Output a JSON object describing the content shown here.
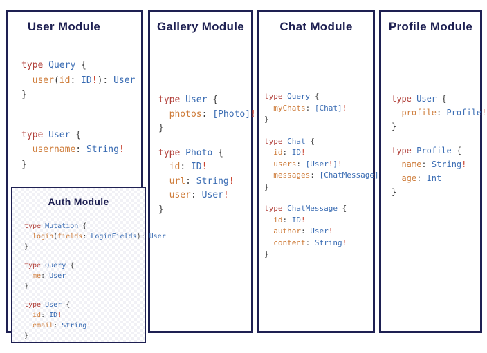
{
  "colors": {
    "navy": "#1e2052",
    "keyword_red": "#b2423c",
    "type_blue": "#3a6cb3",
    "field_orange": "#ce7c3a",
    "punctuation_gray": "#3f3f3f",
    "bang_red": "#c94431"
  },
  "panels": [
    {
      "title": "User Module",
      "code": [
        [
          [
            {
              "t": "type ",
              "c": "k"
            },
            {
              "t": "Query ",
              "c": "t"
            },
            {
              "t": "{",
              "c": "p"
            }
          ],
          [
            {
              "t": "  user",
              "c": "f"
            },
            {
              "t": "(",
              "c": "p"
            },
            {
              "t": "id",
              "c": "f"
            },
            {
              "t": ": ",
              "c": "p"
            },
            {
              "t": "ID",
              "c": "t"
            },
            {
              "t": "!",
              "c": "b"
            },
            {
              "t": "): ",
              "c": "p"
            },
            {
              "t": "User",
              "c": "t"
            }
          ],
          [
            {
              "t": "}",
              "c": "p"
            }
          ]
        ],
        [
          [
            {
              "t": "type ",
              "c": "k"
            },
            {
              "t": "User ",
              "c": "t"
            },
            {
              "t": "{",
              "c": "p"
            }
          ],
          [
            {
              "t": "  username",
              "c": "f"
            },
            {
              "t": ": ",
              "c": "p"
            },
            {
              "t": "String",
              "c": "t"
            },
            {
              "t": "!",
              "c": "b"
            }
          ],
          [
            {
              "t": "}",
              "c": "p"
            }
          ]
        ]
      ],
      "sub": {
        "title": "Auth Module",
        "code": [
          [
            [
              {
                "t": "type ",
                "c": "k"
              },
              {
                "t": "Mutation ",
                "c": "t"
              },
              {
                "t": "{",
                "c": "p"
              }
            ],
            [
              {
                "t": "  login",
                "c": "f"
              },
              {
                "t": "(",
                "c": "p"
              },
              {
                "t": "fields",
                "c": "f"
              },
              {
                "t": ": ",
                "c": "p"
              },
              {
                "t": "LoginFields",
                "c": "t"
              },
              {
                "t": "): ",
                "c": "p"
              },
              {
                "t": "User",
                "c": "t"
              }
            ],
            [
              {
                "t": "}",
                "c": "p"
              }
            ]
          ],
          [
            [
              {
                "t": "type ",
                "c": "k"
              },
              {
                "t": "Query ",
                "c": "t"
              },
              {
                "t": "{",
                "c": "p"
              }
            ],
            [
              {
                "t": "  me",
                "c": "f"
              },
              {
                "t": ": ",
                "c": "p"
              },
              {
                "t": "User",
                "c": "t"
              }
            ],
            [
              {
                "t": "}",
                "c": "p"
              }
            ]
          ],
          [
            [
              {
                "t": "type ",
                "c": "k"
              },
              {
                "t": "User ",
                "c": "t"
              },
              {
                "t": "{",
                "c": "p"
              }
            ],
            [
              {
                "t": "  id",
                "c": "f"
              },
              {
                "t": ": ",
                "c": "p"
              },
              {
                "t": "ID",
                "c": "t"
              },
              {
                "t": "!",
                "c": "b"
              }
            ],
            [
              {
                "t": "  email",
                "c": "f"
              },
              {
                "t": ": ",
                "c": "p"
              },
              {
                "t": "String",
                "c": "t"
              },
              {
                "t": "!",
                "c": "b"
              }
            ],
            [
              {
                "t": "}",
                "c": "p"
              }
            ]
          ]
        ]
      }
    },
    {
      "title": "Gallery Module",
      "code": [
        [
          [
            {
              "t": "type ",
              "c": "k"
            },
            {
              "t": "User ",
              "c": "t"
            },
            {
              "t": "{",
              "c": "p"
            }
          ],
          [
            {
              "t": "  photos",
              "c": "f"
            },
            {
              "t": ": ",
              "c": "p"
            },
            {
              "t": "[Photo]",
              "c": "t"
            },
            {
              "t": "!",
              "c": "b"
            }
          ],
          [
            {
              "t": "}",
              "c": "p"
            }
          ]
        ],
        [
          [
            {
              "t": "type ",
              "c": "k"
            },
            {
              "t": "Photo ",
              "c": "t"
            },
            {
              "t": "{",
              "c": "p"
            }
          ],
          [
            {
              "t": "  id",
              "c": "f"
            },
            {
              "t": ": ",
              "c": "p"
            },
            {
              "t": "ID",
              "c": "t"
            },
            {
              "t": "!",
              "c": "b"
            }
          ],
          [
            {
              "t": "  url",
              "c": "f"
            },
            {
              "t": ": ",
              "c": "p"
            },
            {
              "t": "String",
              "c": "t"
            },
            {
              "t": "!",
              "c": "b"
            }
          ],
          [
            {
              "t": "  user",
              "c": "f"
            },
            {
              "t": ": ",
              "c": "p"
            },
            {
              "t": "User",
              "c": "t"
            },
            {
              "t": "!",
              "c": "b"
            }
          ],
          [
            {
              "t": "}",
              "c": "p"
            }
          ]
        ]
      ]
    },
    {
      "title": "Chat Module",
      "code": [
        [
          [
            {
              "t": "type ",
              "c": "k"
            },
            {
              "t": "Query ",
              "c": "t"
            },
            {
              "t": "{",
              "c": "p"
            }
          ],
          [
            {
              "t": "  myChats",
              "c": "f"
            },
            {
              "t": ": ",
              "c": "p"
            },
            {
              "t": "[Chat]",
              "c": "t"
            },
            {
              "t": "!",
              "c": "b"
            }
          ],
          [
            {
              "t": "}",
              "c": "p"
            }
          ]
        ],
        [
          [
            {
              "t": "type ",
              "c": "k"
            },
            {
              "t": "Chat ",
              "c": "t"
            },
            {
              "t": "{",
              "c": "p"
            }
          ],
          [
            {
              "t": "  id",
              "c": "f"
            },
            {
              "t": ": ",
              "c": "p"
            },
            {
              "t": "ID",
              "c": "t"
            },
            {
              "t": "!",
              "c": "b"
            }
          ],
          [
            {
              "t": "  users",
              "c": "f"
            },
            {
              "t": ": ",
              "c": "p"
            },
            {
              "t": "[User",
              "c": "t"
            },
            {
              "t": "!",
              "c": "b"
            },
            {
              "t": "]",
              "c": "t"
            },
            {
              "t": "!",
              "c": "b"
            }
          ],
          [
            {
              "t": "  messages",
              "c": "f"
            },
            {
              "t": ": ",
              "c": "p"
            },
            {
              "t": "[ChatMessage]",
              "c": "t"
            },
            {
              "t": "!",
              "c": "b"
            }
          ],
          [
            {
              "t": "}",
              "c": "p"
            }
          ]
        ],
        [
          [
            {
              "t": "type ",
              "c": "k"
            },
            {
              "t": "ChatMessage ",
              "c": "t"
            },
            {
              "t": "{",
              "c": "p"
            }
          ],
          [
            {
              "t": "  id",
              "c": "f"
            },
            {
              "t": ": ",
              "c": "p"
            },
            {
              "t": "ID",
              "c": "t"
            },
            {
              "t": "!",
              "c": "b"
            }
          ],
          [
            {
              "t": "  author",
              "c": "f"
            },
            {
              "t": ": ",
              "c": "p"
            },
            {
              "t": "User",
              "c": "t"
            },
            {
              "t": "!",
              "c": "b"
            }
          ],
          [
            {
              "t": "  content",
              "c": "f"
            },
            {
              "t": ": ",
              "c": "p"
            },
            {
              "t": "String",
              "c": "t"
            },
            {
              "t": "!",
              "c": "b"
            }
          ],
          [
            {
              "t": "}",
              "c": "p"
            }
          ]
        ]
      ]
    },
    {
      "title": "Profile Module",
      "code": [
        [
          [
            {
              "t": "type ",
              "c": "k"
            },
            {
              "t": "User ",
              "c": "t"
            },
            {
              "t": "{",
              "c": "p"
            }
          ],
          [
            {
              "t": "  profile",
              "c": "f"
            },
            {
              "t": ": ",
              "c": "p"
            },
            {
              "t": "Profile",
              "c": "t"
            },
            {
              "t": "!",
              "c": "b"
            }
          ],
          [
            {
              "t": "}",
              "c": "p"
            }
          ]
        ],
        [
          [
            {
              "t": "type ",
              "c": "k"
            },
            {
              "t": "Profile ",
              "c": "t"
            },
            {
              "t": "{",
              "c": "p"
            }
          ],
          [
            {
              "t": "  name",
              "c": "f"
            },
            {
              "t": ": ",
              "c": "p"
            },
            {
              "t": "String",
              "c": "t"
            },
            {
              "t": "!",
              "c": "b"
            }
          ],
          [
            {
              "t": "  age",
              "c": "f"
            },
            {
              "t": ": ",
              "c": "p"
            },
            {
              "t": "Int",
              "c": "t"
            }
          ],
          [
            {
              "t": "}",
              "c": "p"
            }
          ]
        ]
      ]
    }
  ]
}
